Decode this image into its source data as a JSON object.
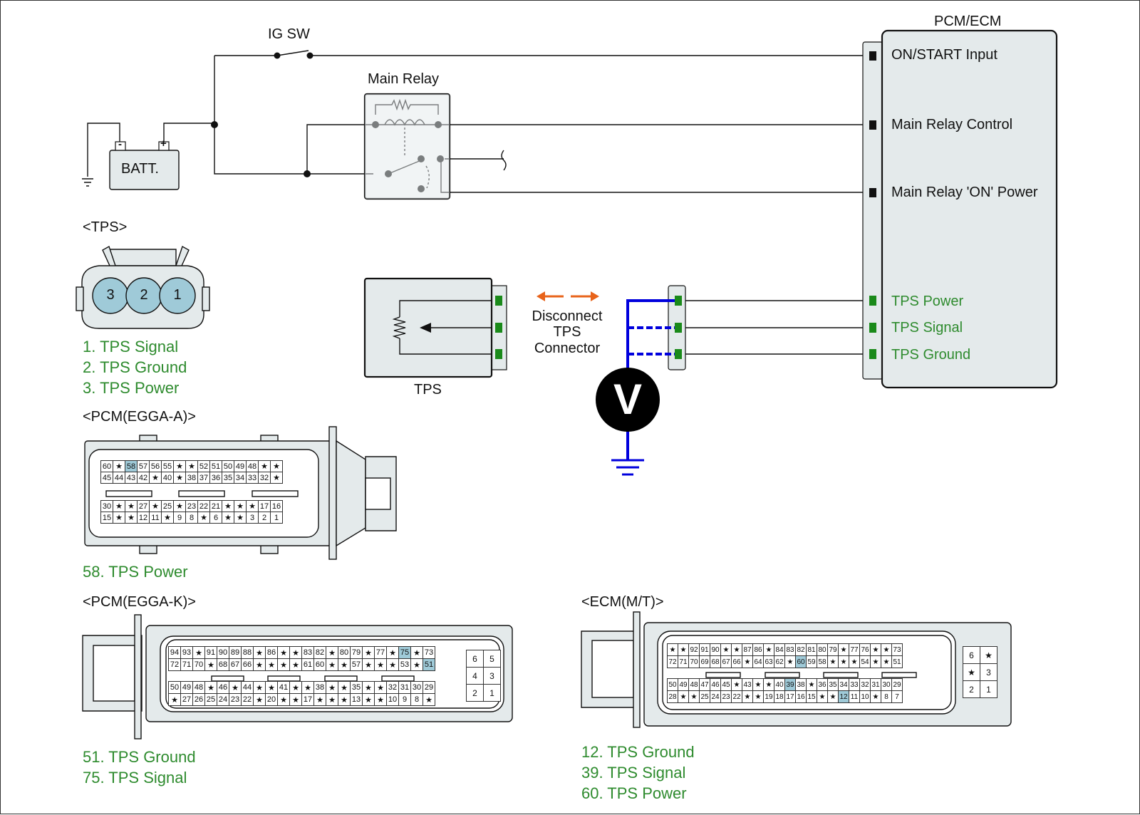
{
  "colors": {
    "wire": "#111111",
    "probe_wire": "#0000dd",
    "label_green": "#2e8b2e",
    "pin_green": "#1a8a1a",
    "arrow_orange": "#e8631a",
    "connector_fill": "#e4eaeb",
    "pin_highlight": "#9fcad8",
    "tps_pin_fill": "#9fcad8"
  },
  "wiring": {
    "ig_sw": "IG SW",
    "main_relay": "Main Relay",
    "battery": "BATT.",
    "battery_neg": "-",
    "battery_pos": "+",
    "pcm_title": "PCM/ECM",
    "pcm_terminals": [
      "ON/START Input",
      "Main Relay Control",
      "Main Relay 'ON' Power"
    ],
    "tps_terminals": [
      "TPS Power",
      "TPS Signal",
      "TPS Ground"
    ],
    "tps_label": "TPS",
    "disconnect_lines": [
      "Disconnect",
      "TPS",
      "Connector"
    ],
    "voltmeter": "V"
  },
  "tps_connector": {
    "title": "<TPS>",
    "pins": [
      "3",
      "2",
      "1"
    ],
    "legend": [
      "1. TPS Signal",
      "2. TPS Ground",
      "3. TPS Power"
    ]
  },
  "egga_a": {
    "title": "<PCM(EGGA-A)>",
    "legend": [
      "58. TPS Power"
    ],
    "highlight": [
      "58"
    ],
    "rows_top": [
      [
        "60",
        "★",
        "58",
        "57",
        "56",
        "55",
        "★",
        "★",
        "52",
        "51",
        "50",
        "49",
        "48",
        "★",
        "★"
      ],
      [
        "45",
        "44",
        "43",
        "42",
        "★",
        "40",
        "★",
        "38",
        "37",
        "36",
        "35",
        "34",
        "33",
        "32",
        "★"
      ]
    ],
    "rows_bottom": [
      [
        "30",
        "★",
        "★",
        "27",
        "★",
        "25",
        "★",
        "23",
        "22",
        "21",
        "★",
        "★",
        "★",
        "17",
        "16"
      ],
      [
        "15",
        "★",
        "★",
        "12",
        "11",
        "★",
        "9",
        "8",
        "★",
        "6",
        "★",
        "★",
        "3",
        "2",
        "1"
      ]
    ]
  },
  "egga_k": {
    "title": "<PCM(EGGA-K)>",
    "legend": [
      "51. TPS Ground",
      "75. TPS Signal"
    ],
    "highlight": [
      "51",
      "75"
    ],
    "rows_top": [
      [
        "94",
        "93",
        "★",
        "91",
        "90",
        "89",
        "88",
        "★",
        "86",
        "★",
        "★",
        "83",
        "82",
        "★",
        "80",
        "79",
        "★",
        "77",
        "★",
        "75",
        "★",
        "73"
      ],
      [
        "72",
        "71",
        "70",
        "★",
        "68",
        "67",
        "66",
        "★",
        "★",
        "★",
        "★",
        "61",
        "60",
        "★",
        "★",
        "57",
        "★",
        "★",
        "★",
        "53",
        "★",
        "51"
      ]
    ],
    "rows_bottom": [
      [
        "50",
        "49",
        "48",
        "★",
        "46",
        "★",
        "44",
        "★",
        "★",
        "41",
        "★",
        "★",
        "38",
        "★",
        "★",
        "35",
        "★",
        "★",
        "32",
        "31",
        "30",
        "29"
      ],
      [
        "★",
        "27",
        "26",
        "25",
        "24",
        "23",
        "22",
        "★",
        "20",
        "★",
        "★",
        "17",
        "★",
        "★",
        "★",
        "13",
        "★",
        "★",
        "10",
        "9",
        "8",
        "★"
      ]
    ],
    "side_grid": [
      [
        "6",
        "5"
      ],
      [
        "4",
        "3"
      ],
      [
        "2",
        "1"
      ]
    ]
  },
  "ecm_mt": {
    "title": "<ECM(M/T)>",
    "legend": [
      "12. TPS Ground",
      "39. TPS Signal",
      "60. TPS Power"
    ],
    "highlight": [
      "12",
      "39",
      "60"
    ],
    "rows_top": [
      [
        "★",
        "★",
        "92",
        "91",
        "90",
        "★",
        "★",
        "87",
        "86",
        "★",
        "84",
        "83",
        "82",
        "81",
        "80",
        "79",
        "★",
        "77",
        "76",
        "★",
        "★",
        "73"
      ],
      [
        "72",
        "71",
        "70",
        "69",
        "68",
        "67",
        "66",
        "★",
        "64",
        "63",
        "62",
        "★",
        "60",
        "59",
        "58",
        "★",
        "★",
        "★",
        "54",
        "★",
        "★",
        "51"
      ]
    ],
    "rows_bottom": [
      [
        "50",
        "49",
        "48",
        "47",
        "46",
        "45",
        "★",
        "43",
        "★",
        "★",
        "40",
        "39",
        "38",
        "★",
        "36",
        "35",
        "34",
        "33",
        "32",
        "31",
        "30",
        "29"
      ],
      [
        "28",
        "★",
        "★",
        "25",
        "24",
        "23",
        "22",
        "★",
        "★",
        "19",
        "18",
        "17",
        "16",
        "15",
        "★",
        "★",
        "12",
        "11",
        "10",
        "★",
        "8",
        "7"
      ]
    ],
    "side_grid": [
      [
        "6",
        "★"
      ],
      [
        "★",
        "3"
      ],
      [
        "2",
        "1"
      ]
    ]
  }
}
